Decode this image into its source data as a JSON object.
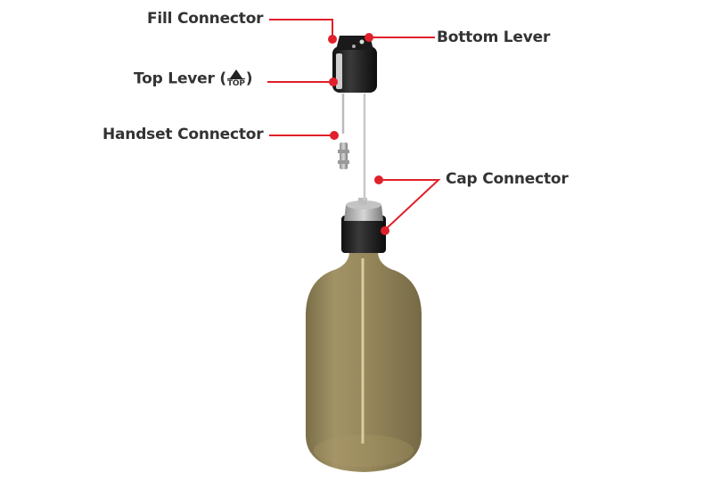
{
  "diagram": {
    "type": "exploded-assembly",
    "subject": "bottle fill adapter assembly",
    "callout_color": "#e0202a",
    "label_color": "#333333",
    "labels": {
      "fill_connector": "Fill Connector",
      "bottom_lever": "Bottom Lever",
      "top_lever": "Top Lever",
      "top_lever_open_paren": "(",
      "top_lever_close_paren": ")",
      "top_icon_text": "TOP",
      "handset_connector": "Handset Connector",
      "cap_connector": "Cap Connector"
    },
    "parts": [
      {
        "name": "fill-adapter",
        "color": "#1c1c1c"
      },
      {
        "name": "handset-connector",
        "color": "#b8b8b8"
      },
      {
        "name": "cap",
        "color": "#1c1c1c"
      },
      {
        "name": "bottle",
        "color": "#8a7a4a"
      }
    ]
  }
}
